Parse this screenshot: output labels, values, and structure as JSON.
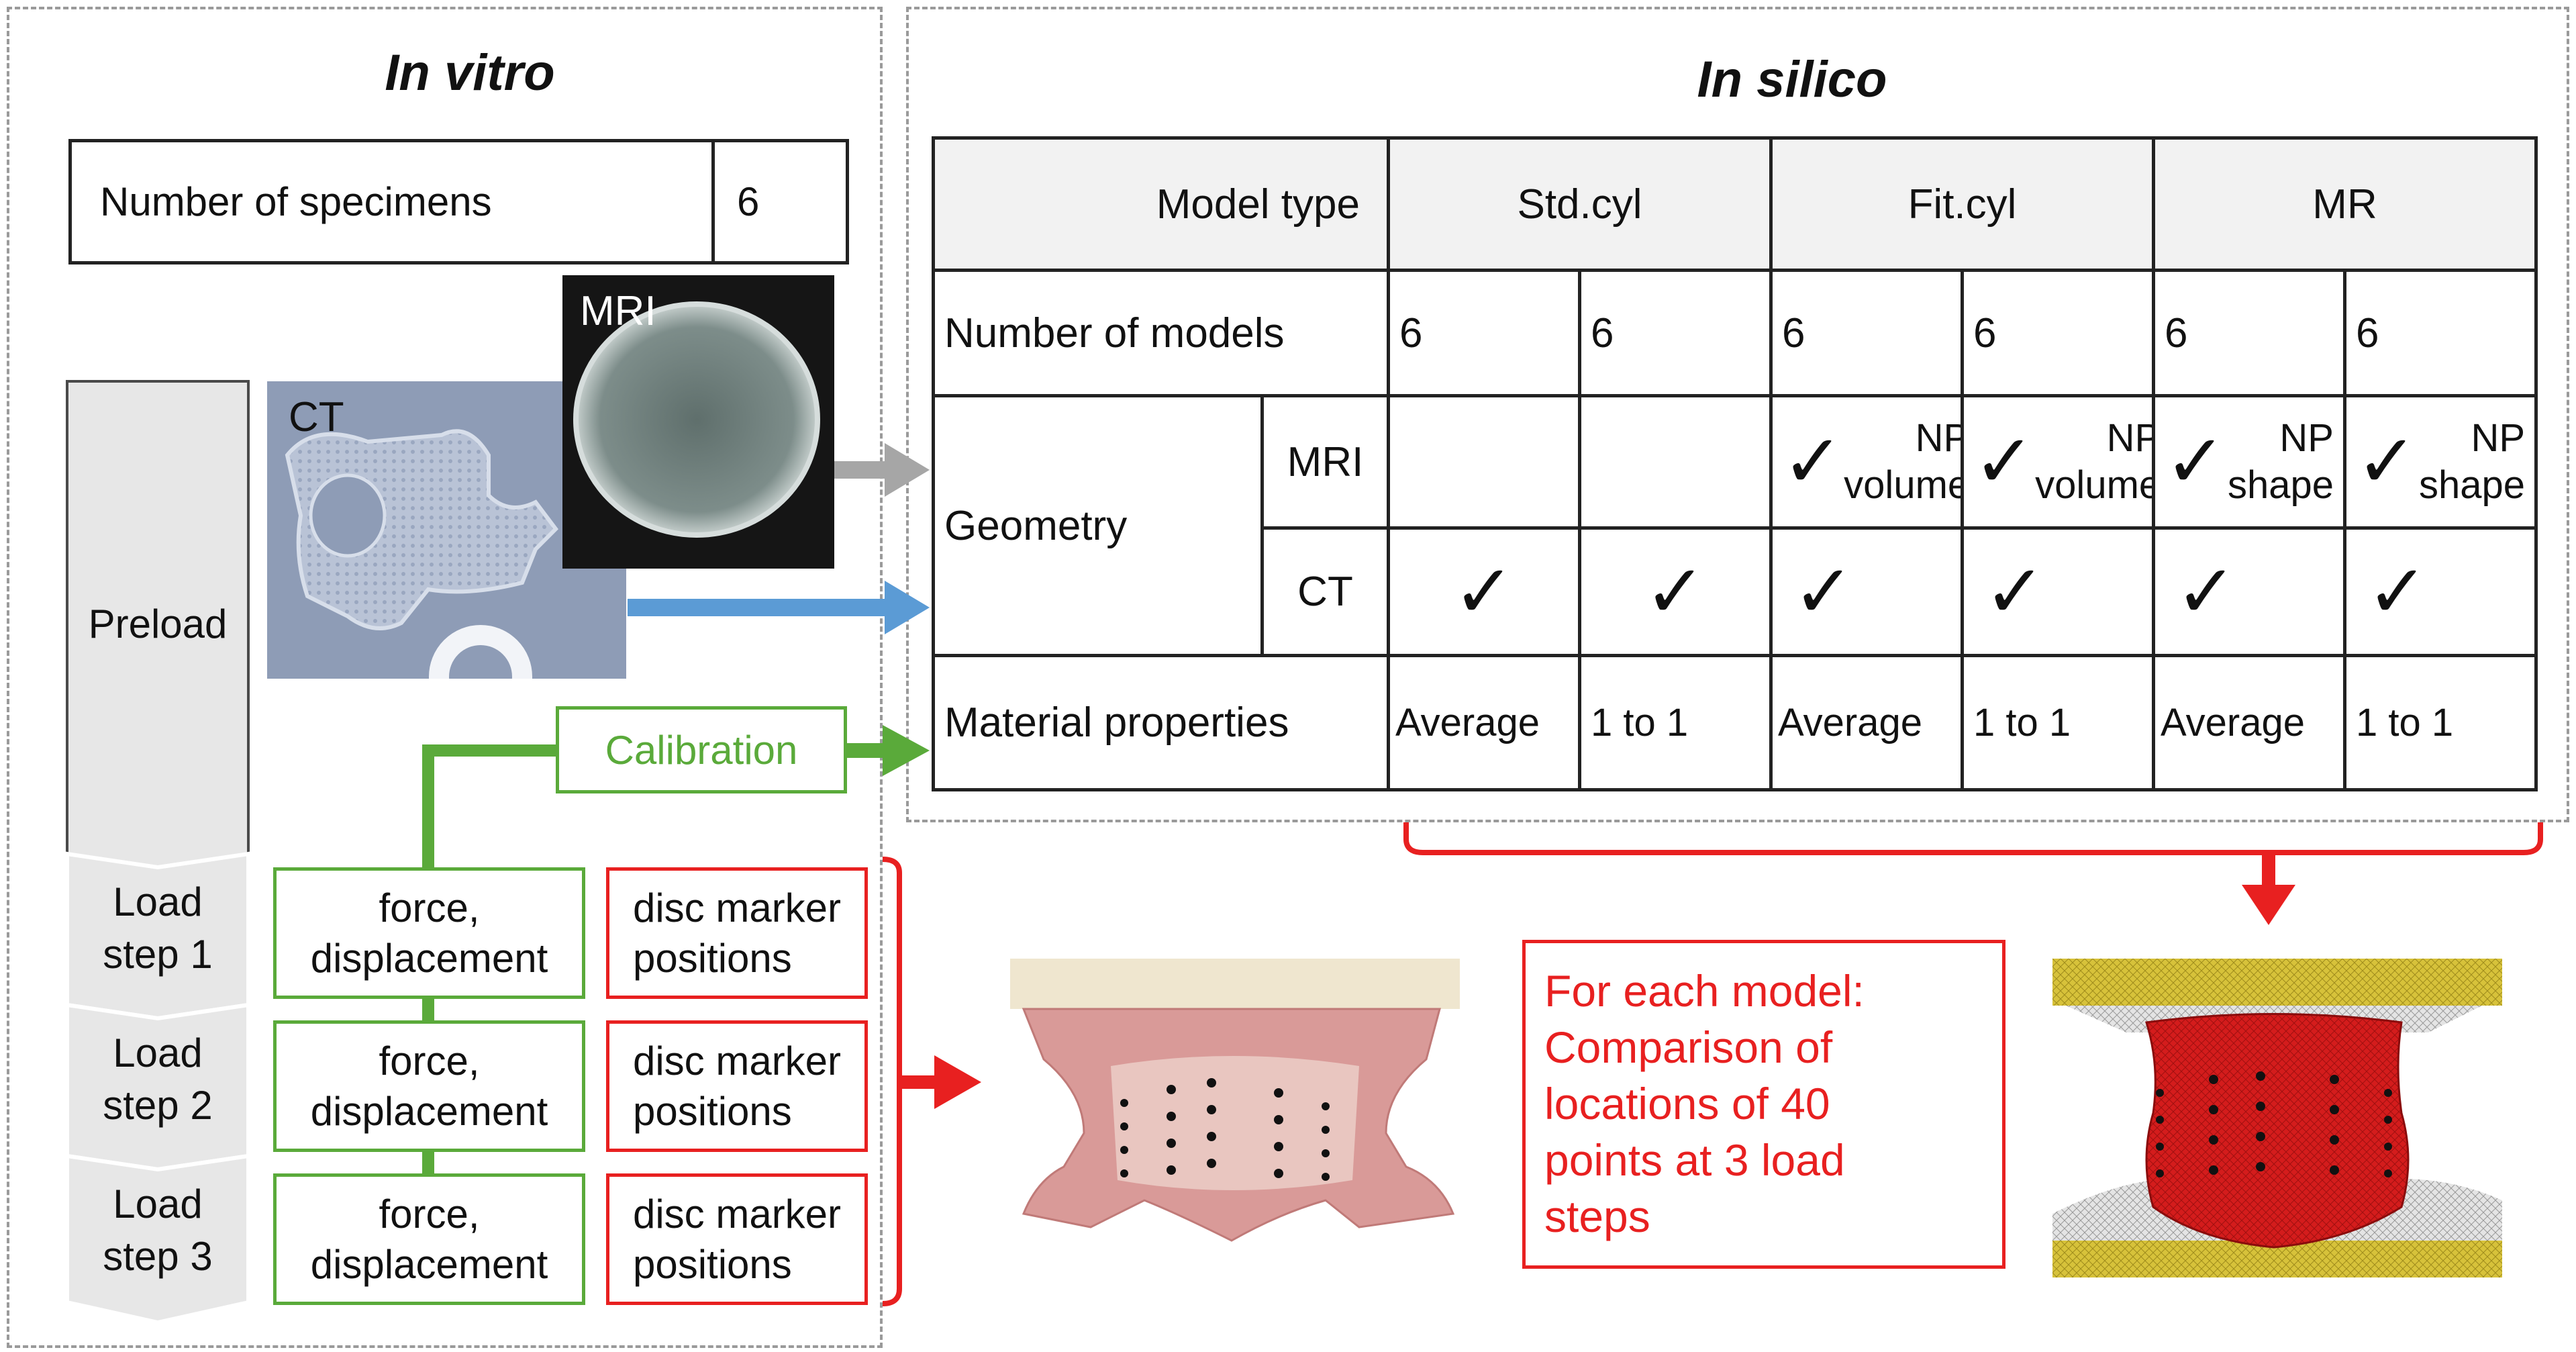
{
  "in_vitro": {
    "title": "In vitro",
    "specimens_label": "Number of specimens",
    "specimens_value": "6",
    "ct_label": "CT",
    "mri_label": "MRI",
    "calibration": "Calibration",
    "steps": [
      {
        "label": "Preload"
      },
      {
        "label": "Load\nstep 1",
        "force": "force,\ndisplacement",
        "marker": "disc marker\npositions"
      },
      {
        "label": "Load\nstep 2",
        "force": "force,\ndisplacement",
        "marker": "disc marker\npositions"
      },
      {
        "label": "Load\nstep 3",
        "force": "force,\ndisplacement",
        "marker": "disc marker\npositions"
      }
    ]
  },
  "in_silico": {
    "title": "In silico",
    "table": {
      "model_type_label": "Model type",
      "model_types": [
        "Std.cyl",
        "Fit.cyl",
        "MR"
      ],
      "number_label": "Number of models",
      "number_values": [
        "6",
        "6",
        "6",
        "6",
        "6",
        "6"
      ],
      "geometry_label": "Geometry",
      "mri_label": "MRI",
      "ct_label": "CT",
      "mri_values": [
        "",
        "",
        "NP\nvolume",
        "NP\nvolume",
        "NP\nshape",
        "NP\nshape"
      ],
      "check_symbol": "✓",
      "material_label": "Material properties",
      "material_values": [
        "Average",
        "1 to 1",
        "Average",
        "1 to 1",
        "Average",
        "1 to 1"
      ]
    }
  },
  "comparison_text": "For each model:\nComparison of\nlocations of 40\npoints at 3 load\nsteps",
  "colors": {
    "calibration": "#5aaa3a",
    "compare": "#e82020",
    "ct_arrow": "#5b9bd5",
    "mri_arrow": "#a6a6a6",
    "chevron": "#e7e7e7",
    "specimen_tissue": "#d98f8f",
    "model_tissue": "#d41c1c",
    "model_plate": "#d7c23a"
  }
}
